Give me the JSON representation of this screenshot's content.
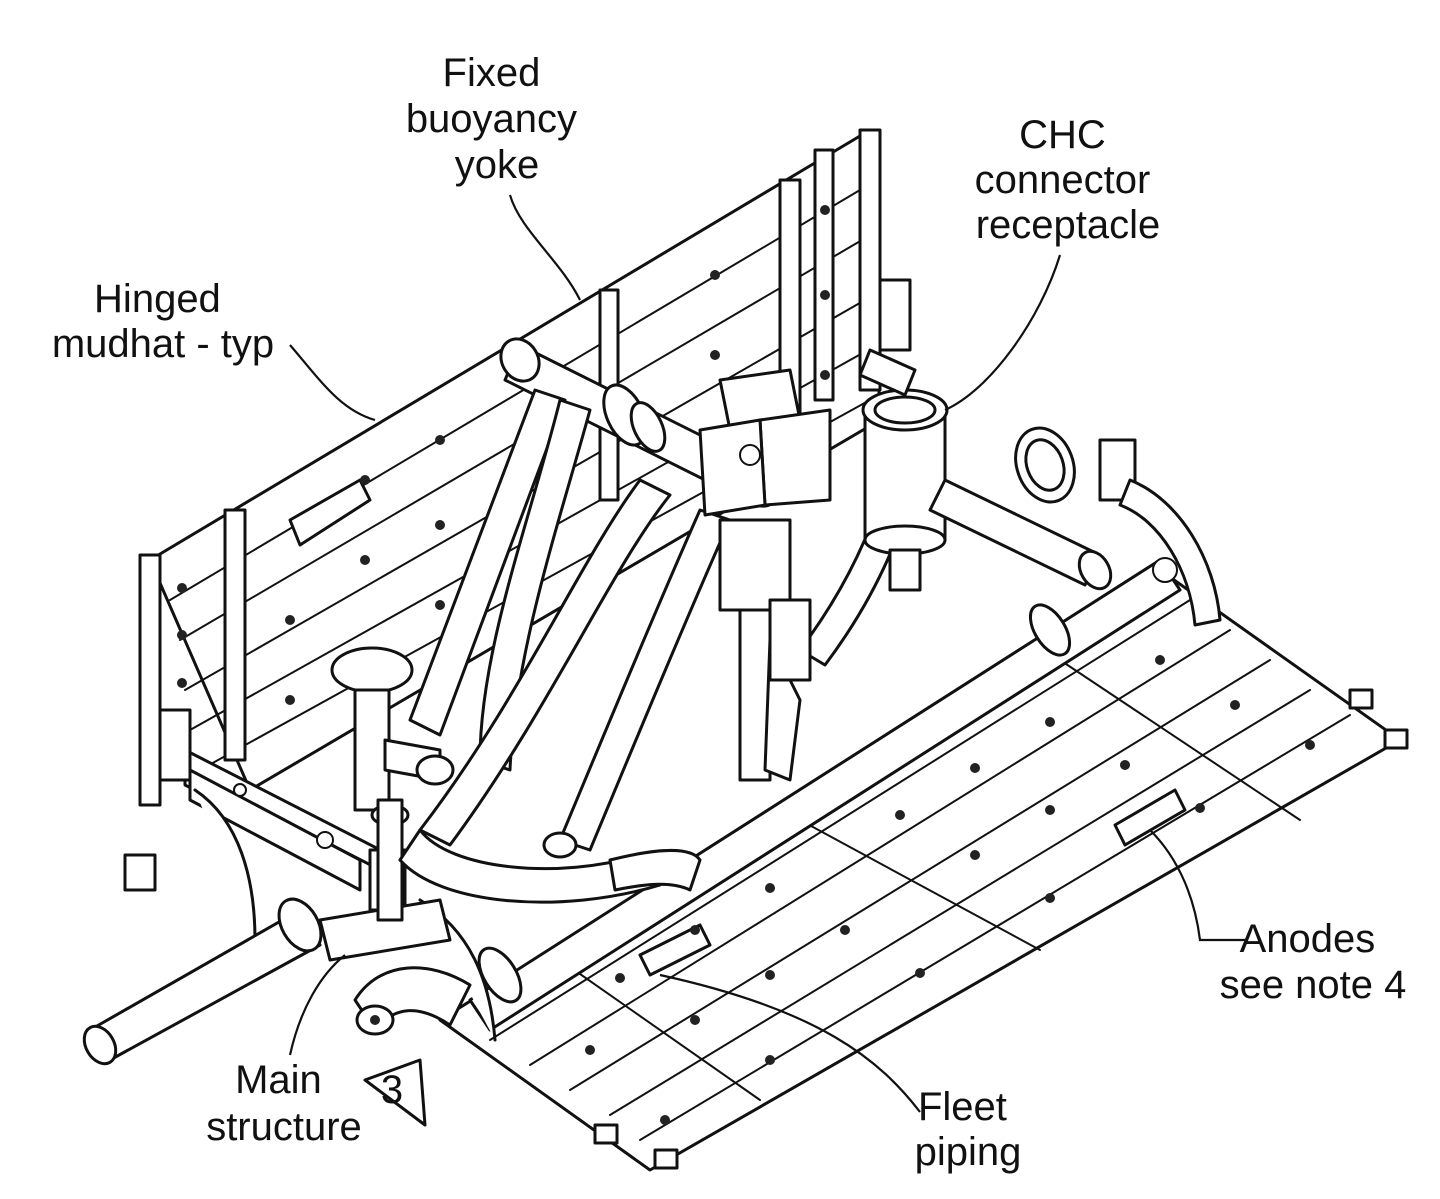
{
  "labels": {
    "fixed_buoyancy_yoke": [
      "Fixed",
      "buoyancy",
      "yoke"
    ],
    "chc_connector_receptacle": [
      "CHC",
      "connector",
      "receptacle"
    ],
    "hinged_mudhat": [
      "Hinged",
      "mudhat - typ"
    ],
    "anodes": [
      "Anodes",
      "see note 4"
    ],
    "main_structure": [
      "Main",
      "structure"
    ],
    "fleet_piping": [
      "Fleet",
      "piping"
    ],
    "note_marker": "3"
  },
  "colors": {
    "ink": "#111111",
    "paper": "#ffffff"
  }
}
